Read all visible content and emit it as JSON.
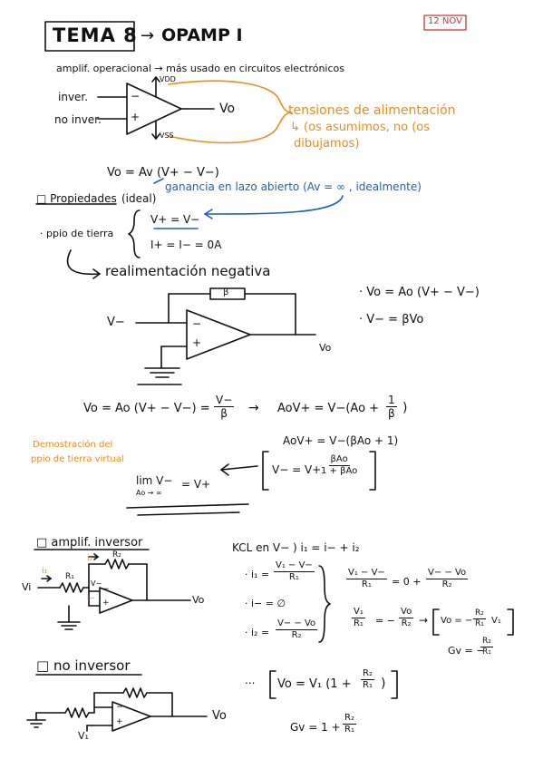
{
  "header": {
    "title": "TEMA 8",
    "arrow": "→",
    "subtitle": "OPAMP I",
    "date": "12 NOV"
  },
  "intro": {
    "line": "amplif. operacional → más usado en circuitos electrónicos",
    "inv_label": "inver.",
    "noninv_label": "no inver.",
    "vdd": "VDD",
    "vss": "VSS",
    "vo": "Vo",
    "minus": "−",
    "plus": "+",
    "supply_note_1": "tensiones de alimentación",
    "supply_note_2": "↳ (os asumimos, no (os",
    "supply_note_3": "dibujamos)"
  },
  "gain": {
    "formula": "Vo = Av (V+ − V−)",
    "note": "ganancia en lazo abierto (Av = ∞ , idealmente)"
  },
  "properties": {
    "heading": "□ Propiedades",
    "ideal": "(ideal)",
    "ppio": "· ppio de tierra",
    "eq1": "V+ = V−",
    "eq2": "I+ = I− = 0A",
    "feedback": "realimentación negativa",
    "beta": "β",
    "vminus": "V−",
    "vo": "Vo",
    "minus": "−",
    "plus": "+",
    "rel1": "· Vo = Ao (V+ − V−)",
    "rel2": "· V− = βVo"
  },
  "demo": {
    "eq_left": "Vo = Ao (V+ − V−) =",
    "frac1_num": "V−",
    "frac1_den": "β",
    "arrow": "→",
    "eq_right": "AoV+ = V−(Ao +",
    "frac2_num": "1",
    "frac2_den": "β",
    "close": ")",
    "note_1": "Demostración del",
    "note_2": "ppio de tierra virtual",
    "eq3": "AoV+ = V−(βAo + 1)",
    "lim": "lim V−",
    "lim_sub": "Ao → ∞",
    "lim_rhs": "= V+",
    "box_lhs": "V− = V+",
    "box_num": "βAo",
    "box_den": "1 + βAo"
  },
  "inverting": {
    "heading": "□ amplif. inversor",
    "vi": "Vi",
    "i1": "i₁",
    "r1": "R₁",
    "i2": "i₂",
    "r2": "R₂",
    "vminus": "V−",
    "iminus": "i−",
    "vo": "Vo",
    "minus": "−",
    "plus": "+",
    "kcl": "KCL en V− )  i₁ = i− + i₂",
    "i1_lhs": "· i₁ =",
    "i1_num": "V₁ − V−",
    "i1_den": "R₁",
    "im_eq": "· i− = ∅",
    "i2_lhs": "· i₂ =",
    "i2_num": "V− − Vo",
    "i2_den": "R₂",
    "s1_num": "V₁ − V−",
    "s1_den": "R₁",
    "s1_mid": "= 0 +",
    "s1r_num": "V− − Vo",
    "s1r_den": "R₂",
    "s2_num": "V₁",
    "s2_den": "R₁",
    "s2_mid": "= −",
    "s2r_num": "Vo",
    "s2r_den": "R₂",
    "s2_arrow": "→",
    "res_lhs": "Vo = −",
    "res_num": "R₂",
    "res_den": "R₁",
    "res_tail": "V₁",
    "gv_lhs": "Gv = −",
    "gv_num": "R₂",
    "gv_den": "R₁"
  },
  "noninverting": {
    "heading": "□ no inversor",
    "v1": "V₁",
    "vo": "Vo",
    "minus": "−",
    "plus": "+",
    "dots": "...",
    "res_lhs": "Vo = V₁ (1 +",
    "res_num": "R₂",
    "res_den": "R₁",
    "res_close": ")",
    "gv_lhs": "Gv = 1 +",
    "gv_num": "R₂",
    "gv_den": "R₁"
  },
  "colors": {
    "ink": "#111111",
    "orange": "#f08a1c",
    "blue": "#1f5fbf",
    "red": "#d0342c"
  }
}
